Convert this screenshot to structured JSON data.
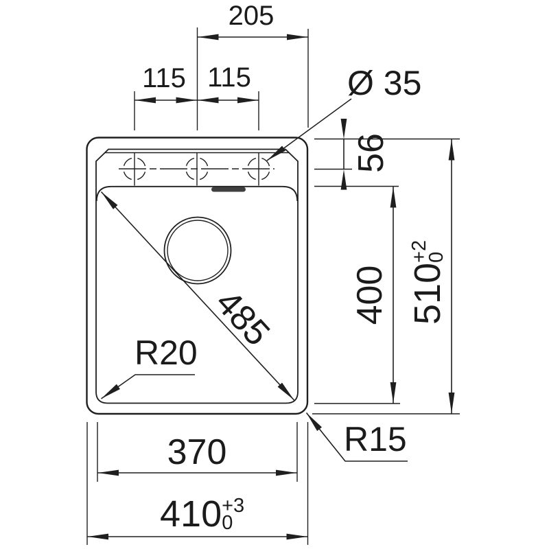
{
  "meta": {
    "type": "technical-dimension-drawing",
    "subject": "kitchen sink top view",
    "unit": "mm"
  },
  "labels": {
    "half_width_top": "205",
    "hole_pitch_left": "115",
    "hole_pitch_right": "115",
    "tap_hole_diameter": "Ø 35",
    "rim_to_hole_centers": "56",
    "overall_length": "510",
    "overall_length_tol_plus": "+2",
    "overall_length_tol_minus": "0",
    "bowl_length": "400",
    "bowl_diagonal": "485",
    "bowl_corner_radius": "R20",
    "outer_corner_radius": "R15",
    "bowl_width": "370",
    "overall_width": "410",
    "overall_width_tol_plus": "+3",
    "overall_width_tol_minus": "0"
  },
  "colors": {
    "line": "#1f1f1f",
    "background": "#ffffff",
    "overflow_slot": "#3f3f3f"
  }
}
